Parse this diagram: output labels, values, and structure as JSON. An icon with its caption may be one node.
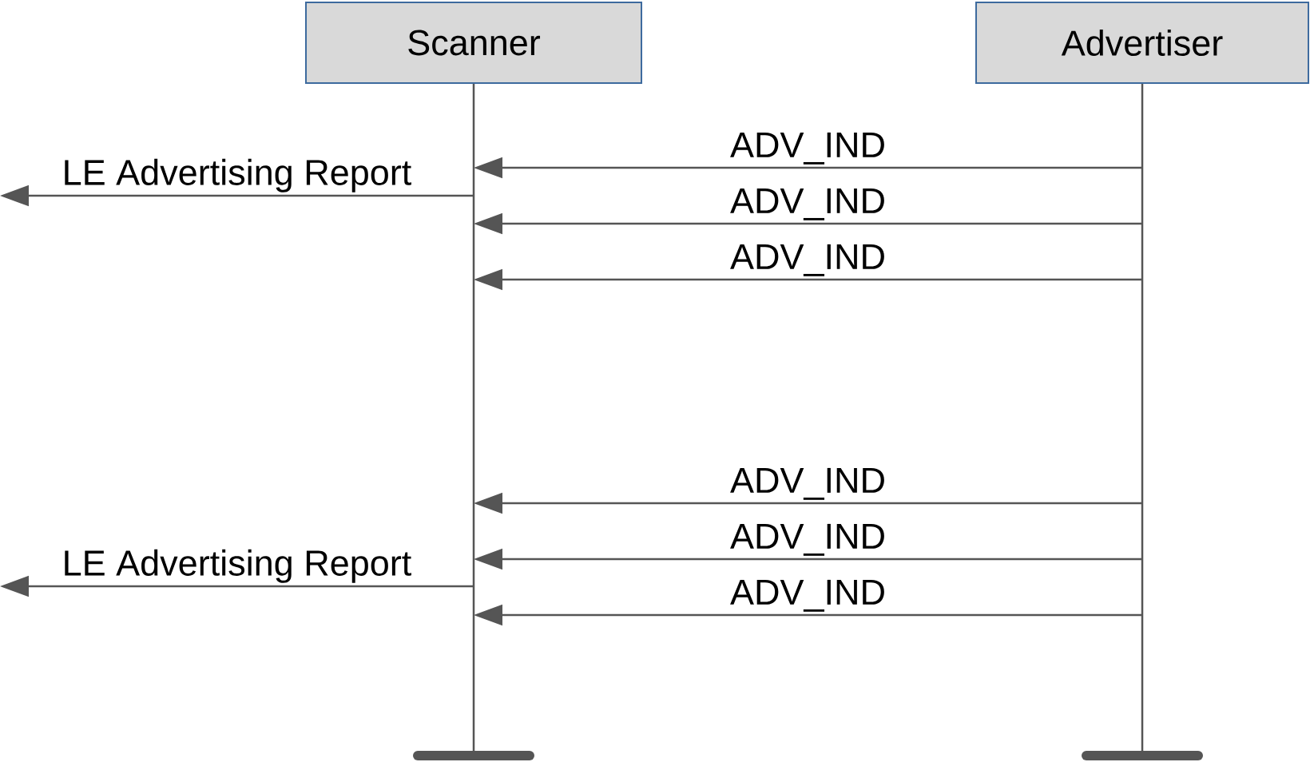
{
  "diagram": {
    "nodes": [
      {
        "text": [
          "Scanner"
        ]
      },
      {
        "text": [
          "Advertiser"
        ]
      }
    ],
    "edges": [
      {
        "from": 1,
        "to": 0,
        "arrow": "to",
        "label": "ADV_IND"
      },
      {
        "from": 0,
        "to": null,
        "arrow": "to",
        "label": "LE Advertising Report"
      },
      {
        "from": 1,
        "to": 0,
        "arrow": "to",
        "label": "ADV_IND"
      },
      {
        "from": 1,
        "to": 0,
        "arrow": "to",
        "label": "ADV_IND"
      },
      {
        "from": 1,
        "to": 0,
        "arrow": "to",
        "label": "ADV_IND"
      },
      {
        "from": 1,
        "to": 0,
        "arrow": "to",
        "label": "ADV_IND"
      },
      {
        "from": 0,
        "to": null,
        "arrow": "to",
        "label": "LE Advertising Report"
      },
      {
        "from": 1,
        "to": 0,
        "arrow": "to",
        "label": "ADV_IND"
      }
    ]
  }
}
